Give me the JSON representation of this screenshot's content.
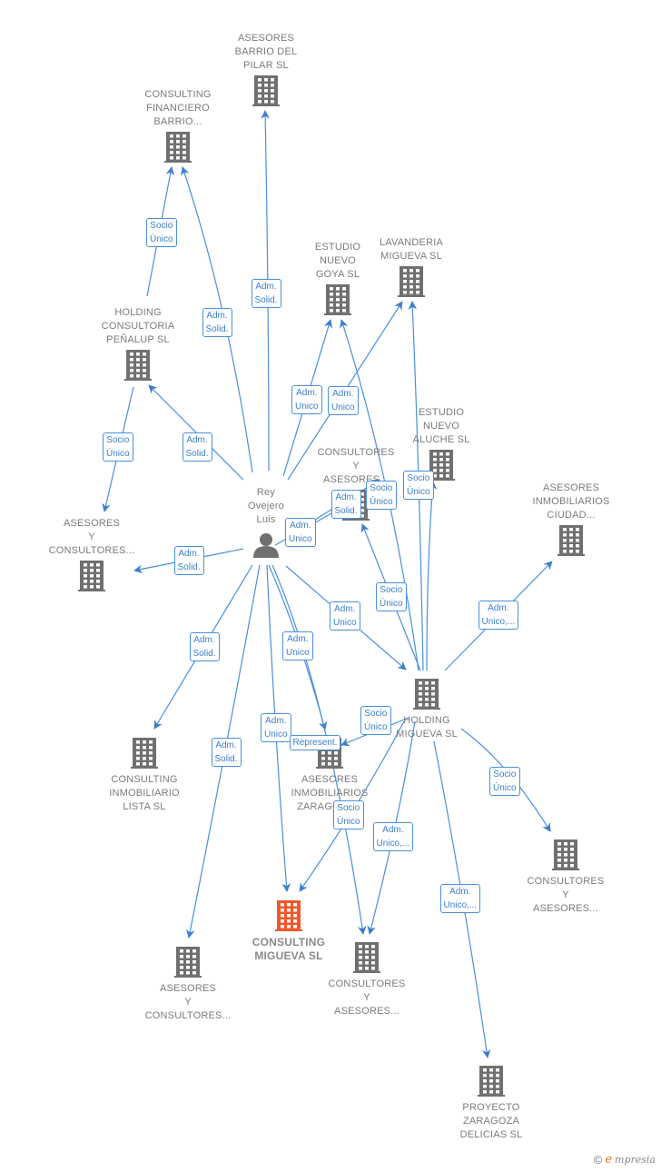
{
  "colors": {
    "edge": "#4a8fdc",
    "building": "#707070",
    "highlight": "#f0582a",
    "person": "#707070"
  },
  "nodes": [
    {
      "id": "barrio_pilar",
      "kind": "building",
      "lines": [
        "ASESORES",
        "BARRIO DEL",
        "PILAR  SL"
      ]
    },
    {
      "id": "financiero",
      "kind": "building",
      "lines": [
        "CONSULTING",
        "FINANCIERO",
        "BARRIO..."
      ]
    },
    {
      "id": "goya",
      "kind": "building",
      "lines": [
        "ESTUDIO",
        "NUEVO",
        "GOYA  SL"
      ]
    },
    {
      "id": "lavanderia",
      "kind": "building",
      "lines": [
        "LAVANDERIA",
        "MIGUEVA  SL"
      ]
    },
    {
      "id": "penalup",
      "kind": "building",
      "lines": [
        "HOLDING",
        "CONSULTORIA",
        "PEÑALUP  SL"
      ]
    },
    {
      "id": "aluche",
      "kind": "building",
      "lines": [
        "ESTUDIO",
        "NUEVO",
        "ALUCHE SL"
      ]
    },
    {
      "id": "cya_mid",
      "kind": "building",
      "lines": [
        "CONSULTORES",
        "Y",
        "ASESORES..."
      ]
    },
    {
      "id": "ciudad",
      "kind": "building",
      "lines": [
        "ASESORES",
        "INMOBILIARIOS",
        "CIUDAD..."
      ]
    },
    {
      "id": "ayc_left",
      "kind": "building",
      "lines": [
        "ASESORES",
        "Y",
        "CONSULTORES..."
      ]
    },
    {
      "id": "person",
      "kind": "person",
      "lines": [
        "Rey",
        "Ovejero",
        "Luis"
      ]
    },
    {
      "id": "holding",
      "kind": "building",
      "lines": [
        "HOLDING",
        "MIGUEVA  SL"
      ]
    },
    {
      "id": "lista",
      "kind": "building",
      "lines": [
        "CONSULTING",
        "INMOBILIARIO",
        "LISTA  SL"
      ]
    },
    {
      "id": "zaragoza",
      "kind": "building",
      "lines": [
        "ASESORES",
        "INMOBILIARIOS",
        "ZARAGOZA..."
      ]
    },
    {
      "id": "cya_right",
      "kind": "building",
      "lines": [
        "CONSULTORES",
        "Y",
        "ASESORES..."
      ]
    },
    {
      "id": "cmsl",
      "kind": "building-main",
      "lines": [
        "CONSULTING",
        "MIGUEVA  SL"
      ]
    },
    {
      "id": "ayc_bottom",
      "kind": "building",
      "lines": [
        "ASESORES",
        "Y",
        "CONSULTORES..."
      ]
    },
    {
      "id": "cya_bottom",
      "kind": "building",
      "lines": [
        "CONSULTORES",
        "Y",
        "ASESORES..."
      ]
    },
    {
      "id": "delicias",
      "kind": "building",
      "lines": [
        "PROYECTO",
        "ZARAGOZA",
        "DELICIAS  SL"
      ]
    }
  ],
  "edges": [
    {
      "from": "person",
      "to": "barrio_pilar",
      "label": [
        "Adm.",
        "Solid."
      ]
    },
    {
      "from": "person",
      "to": "financiero",
      "label": [
        "Adm.",
        "Solid."
      ]
    },
    {
      "from": "penalup",
      "to": "financiero",
      "label": [
        "Socio",
        "Único"
      ]
    },
    {
      "from": "person",
      "to": "penalup",
      "label": [
        "Adm.",
        "Solid."
      ]
    },
    {
      "from": "penalup",
      "to": "ayc_left",
      "label": [
        "Socio",
        "Único"
      ]
    },
    {
      "from": "person",
      "to": "ayc_left",
      "label": [
        "Adm.",
        "Solid."
      ]
    },
    {
      "from": "person",
      "to": "goya",
      "label": [
        "Adm.",
        "Unico"
      ]
    },
    {
      "from": "person",
      "to": "lavanderia",
      "label": [
        "Adm.",
        "Unico"
      ]
    },
    {
      "from": "holding",
      "to": "goya",
      "label": []
    },
    {
      "from": "holding",
      "to": "lavanderia",
      "label": [
        "Socio",
        "Único"
      ]
    },
    {
      "from": "holding",
      "to": "aluche",
      "label": [
        "Socio",
        "Único"
      ]
    },
    {
      "from": "person",
      "to": "cya_mid",
      "label": [
        "Adm.",
        "Solid."
      ]
    },
    {
      "from": "person",
      "to": "aluche",
      "label": [
        "Adm.",
        "Unico"
      ]
    },
    {
      "from": "holding",
      "to": "cya_mid",
      "label": [
        "Socio",
        "Único"
      ]
    },
    {
      "from": "person",
      "to": "holding",
      "label": [
        "Adm.",
        "Unico"
      ]
    },
    {
      "from": "holding",
      "to": "ciudad",
      "label": [
        "Adm.",
        "Unico,..."
      ]
    },
    {
      "from": "person",
      "to": "lista",
      "label": [
        "Adm.",
        "Solid."
      ]
    },
    {
      "from": "person",
      "to": "zaragoza",
      "label": [
        "Adm.",
        "Unico"
      ]
    },
    {
      "from": "person",
      "to": "ayc_bottom",
      "label": [
        "Adm.",
        "Solid."
      ]
    },
    {
      "from": "person",
      "to": "cmsl",
      "label": [
        "Adm.",
        "Unico"
      ]
    },
    {
      "from": "person",
      "to": "cya_bottom",
      "label": [
        "Represent."
      ]
    },
    {
      "from": "holding",
      "to": "zaragoza",
      "label": [
        "Socio",
        "Único"
      ]
    },
    {
      "from": "holding",
      "to": "cmsl",
      "label": [
        "Socio",
        "Único"
      ]
    },
    {
      "from": "holding",
      "to": "cya_bottom",
      "label": [
        "Adm.",
        "Unico,..."
      ]
    },
    {
      "from": "holding",
      "to": "cya_right",
      "label": [
        "Socio",
        "Único"
      ]
    },
    {
      "from": "holding",
      "to": "delicias",
      "label": [
        "Adm.",
        "Unico,..."
      ]
    }
  ],
  "footer": {
    "copyright": "©",
    "brand_initial": "e",
    "brand_rest": "mpresia"
  }
}
